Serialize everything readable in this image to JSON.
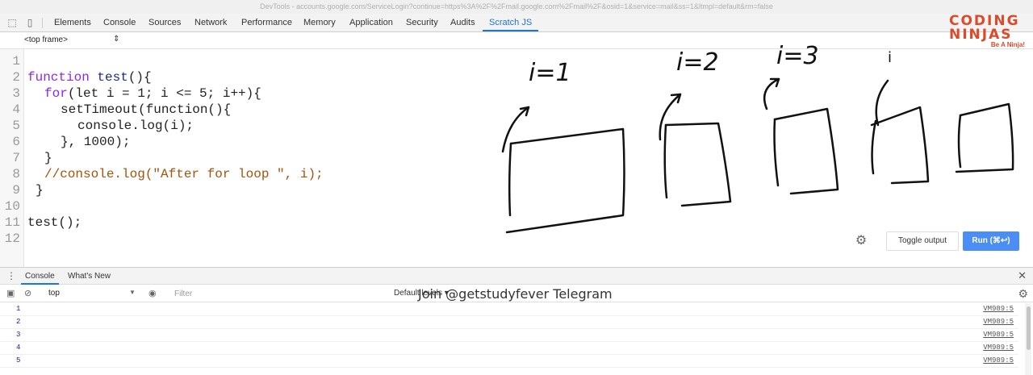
{
  "window": {
    "title": "DevTools - accounts.google.com/ServiceLogin?continue=https%3A%2F%2Fmail.google.com%2Fmail%2F&osid=1&service=mail&ss=1&ltmpl=default&rm=false"
  },
  "toolbar": {
    "inspect_icon": "cursor-in-box",
    "device_icon": "device-toggle",
    "tabs": [
      {
        "label": "Elements"
      },
      {
        "label": "Console"
      },
      {
        "label": "Sources"
      },
      {
        "label": "Network"
      },
      {
        "label": "Performance"
      },
      {
        "label": "Memory"
      },
      {
        "label": "Application"
      },
      {
        "label": "Security"
      },
      {
        "label": "Audits"
      },
      {
        "label": "Scratch JS"
      }
    ],
    "active_tab": "Scratch JS",
    "accent": "#1a73e8"
  },
  "frame_selector": {
    "label": "<top frame>",
    "arrow": "⇕"
  },
  "editor": {
    "line_numbers": [
      "1",
      "2",
      "3",
      "4",
      "5",
      "6",
      "7",
      "8",
      "9",
      "10",
      "11",
      "12"
    ],
    "lines": {
      "l2": {
        "kw": "function",
        "name": "test",
        "rest": "(){"
      },
      "l3": {
        "kw": "for",
        "rest": "(let i = 1; i <= 5; i++){"
      },
      "l4": {
        "text": "setTimeout(function(){"
      },
      "l5": {
        "text": "console.log(i);"
      },
      "l6": {
        "text": "}, 1000);"
      },
      "l7": {
        "text": "}"
      },
      "l8": {
        "comment": "//console.log(\"After for loop \", i);"
      },
      "l9": {
        "text": "}"
      },
      "l11": {
        "text": "test();"
      }
    }
  },
  "annotation": {
    "labels": [
      "i=1",
      "i=2",
      "i=3",
      "i"
    ]
  },
  "logo": {
    "top": "CODING",
    "bottom": "NINJAS",
    "tagline": "Be A Ninja!",
    "color": "#dc4a2a"
  },
  "actions": {
    "settings_icon": "gear",
    "toggle_label": "Toggle output",
    "run_label": "Run (⌘↩)",
    "run_color": "#4a8ef5"
  },
  "drawer": {
    "menu_icon": "⋮",
    "tabs": [
      {
        "label": "Console"
      },
      {
        "label": "What's New"
      }
    ],
    "close": "✕"
  },
  "console_toolbar": {
    "context": "top",
    "filter_placeholder": "Filter",
    "levels": "Default levels ▾",
    "watermark": "Join @getstudyfever Telegram"
  },
  "console_output": [
    {
      "value": "1",
      "source": "VM989:5"
    },
    {
      "value": "2",
      "source": "VM989:5"
    },
    {
      "value": "3",
      "source": "VM989:5"
    },
    {
      "value": "4",
      "source": "VM989:5"
    },
    {
      "value": "5",
      "source": "VM989:5"
    }
  ]
}
